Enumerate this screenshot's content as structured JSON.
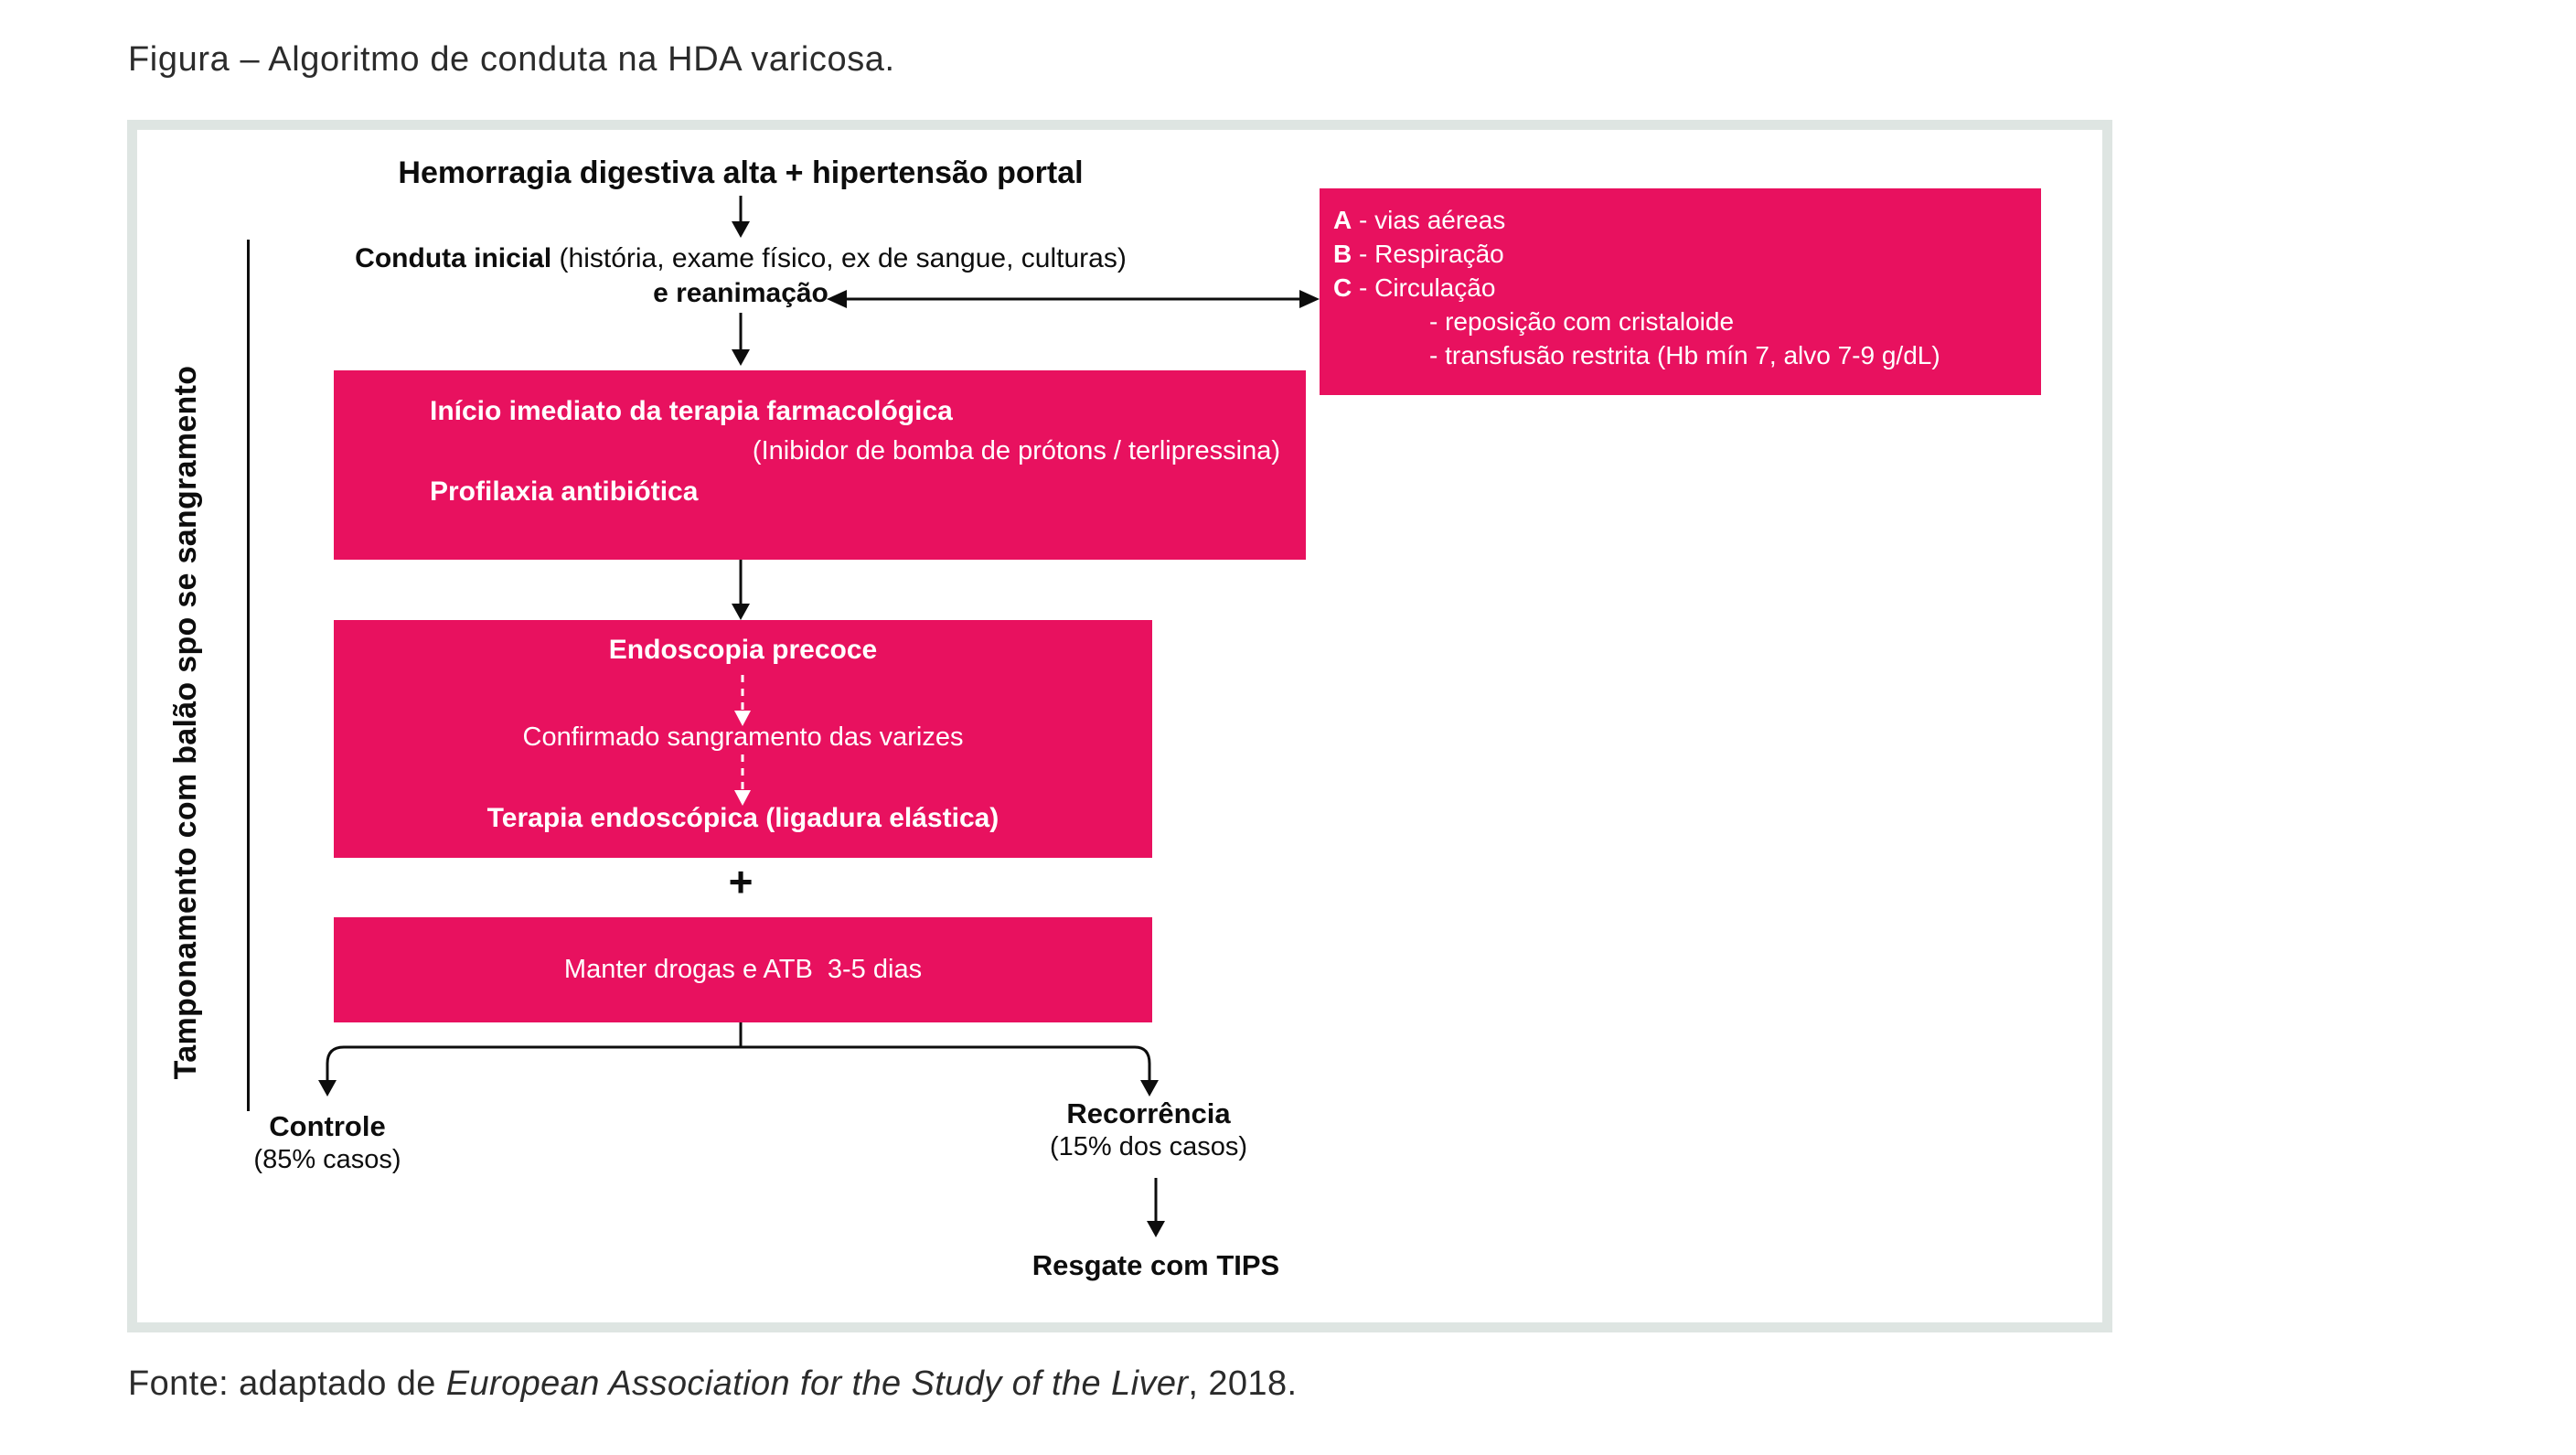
{
  "figure": {
    "title": "Figura – Algoritmo de conduta na HDA varicosa.",
    "source_prefix": "Fonte: adaptado de ",
    "source_italic": "European Association for the Study of the Liver",
    "source_suffix": ", 2018."
  },
  "colors": {
    "pink": "#E8115F",
    "frame_border": "#DEE5E2",
    "ink": "#0d0d0d"
  },
  "flowchart": {
    "side_label": "Tamponamento com balão spo se sangramento",
    "header": "Hemorragia digestiva alta + hipertensão portal",
    "initial_step": {
      "bold": "Conduta inicial",
      "rest": " (história, exame físico, ex de sangue, culturas)",
      "line2": "e reanimação"
    },
    "abc_box": {
      "lines": [
        {
          "bold": "A",
          "text": " - vias aéreas"
        },
        {
          "bold": "B",
          "text": " - Respiração"
        },
        {
          "bold": "C",
          "text": " - Circulação"
        },
        {
          "bold": "",
          "text": "- reposição com cristaloide"
        },
        {
          "bold": "",
          "text": "- transfusão restrita (Hb mín 7, alvo 7-9 g/dL)"
        }
      ]
    },
    "pharma_box": {
      "line1": "Início imediato da terapia farmacológica",
      "line2": "(Inibidor de bomba de prótons / terlipressina)",
      "line3": "Profilaxia antibiótica"
    },
    "endo_box": {
      "line1": "Endoscopia precoce",
      "line2": "Confirmado sangramento das varizes",
      "line3": "Terapia endoscópica (ligadura elástica)"
    },
    "plus": "+",
    "maintain_box": "Manter drogas e ATB  3-5 dias",
    "outcomes": {
      "control_label": "Controle",
      "control_sub": "(85% casos)",
      "recurrence_label": "Recorrência",
      "recurrence_sub": "(15% dos casos)",
      "rescue_label": "Resgate com TIPS"
    }
  }
}
